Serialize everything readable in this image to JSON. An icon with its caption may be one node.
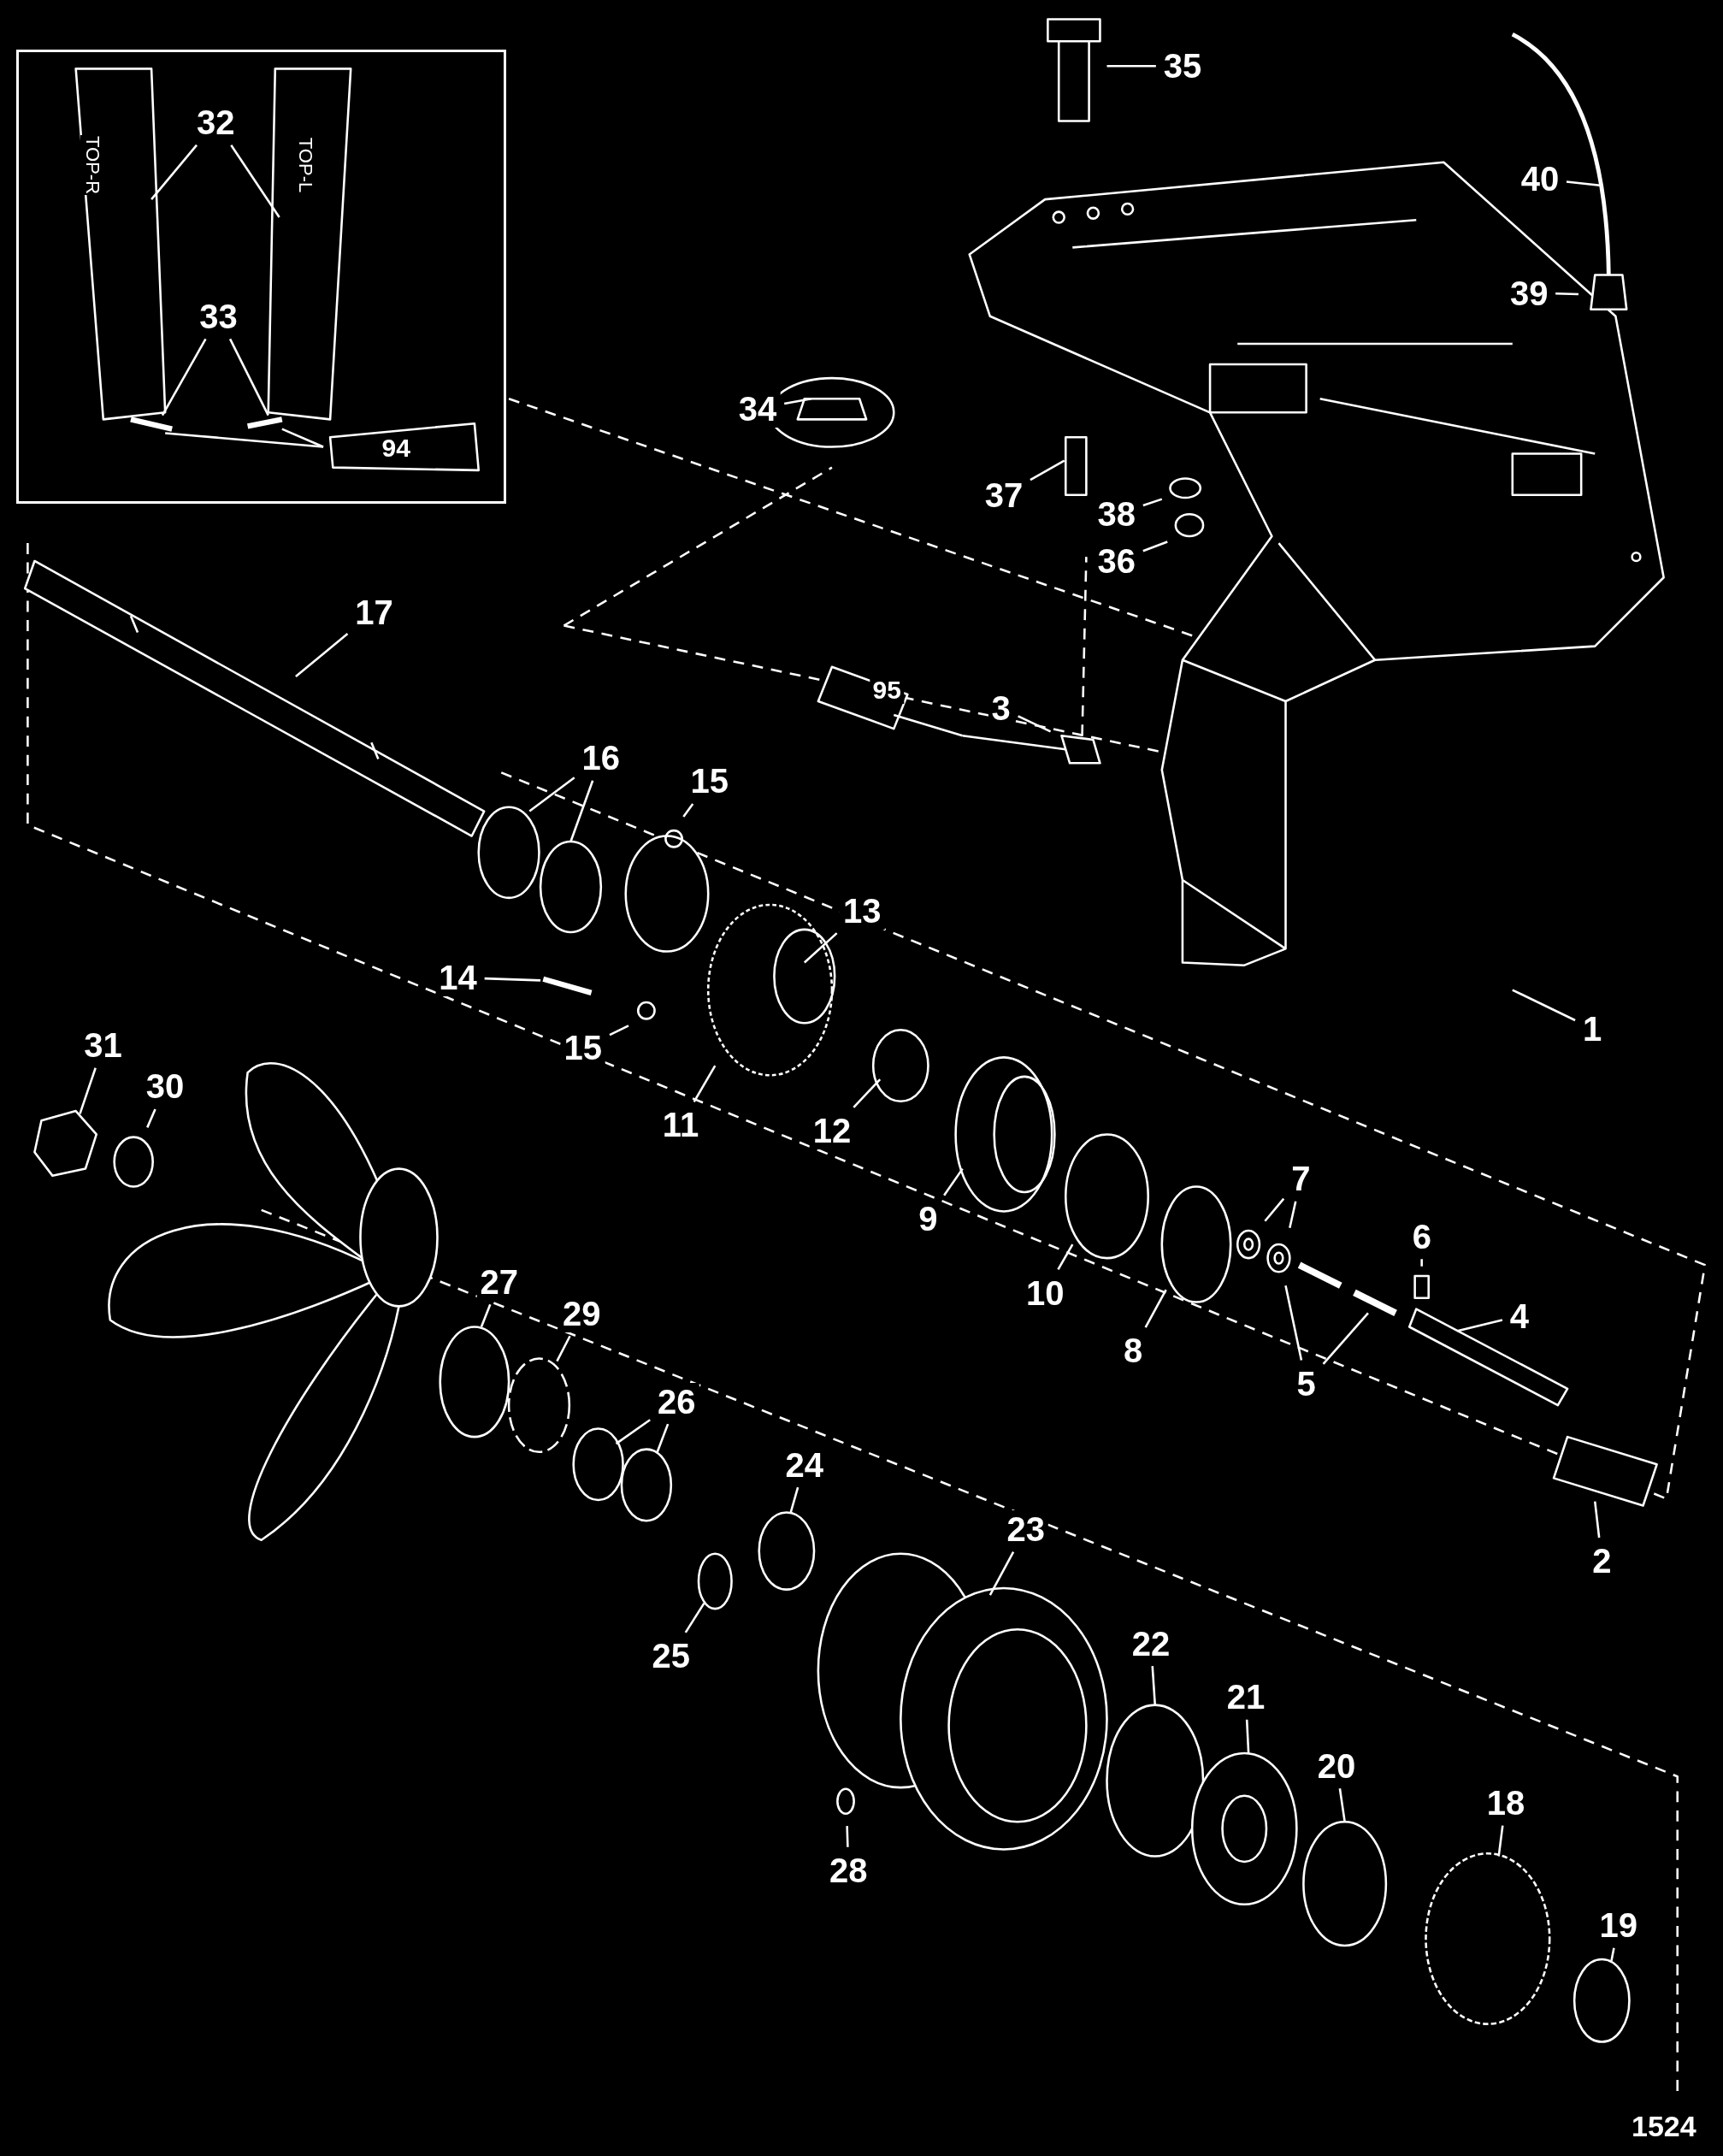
{
  "diagram": {
    "nodes": [
      {
        "text": [],
        "shape": "box"
      },
      {
        "text": [
          "32"
        ],
        "in": 0
      },
      {
        "text": [
          "33"
        ],
        "in": 0
      },
      {
        "text": [
          "35"
        ]
      },
      {
        "text": [
          "40"
        ]
      },
      {
        "text": [
          "39"
        ]
      },
      {
        "text": [
          "34"
        ]
      },
      {
        "text": [
          "37"
        ]
      },
      {
        "text": [
          "38"
        ]
      },
      {
        "text": [
          "36"
        ]
      },
      {
        "text": [
          "17"
        ]
      },
      {
        "text": [
          "3"
        ]
      },
      {
        "text": [
          "16"
        ]
      },
      {
        "text": [
          "15"
        ]
      },
      {
        "text": [
          "13"
        ]
      },
      {
        "text": [
          "14"
        ]
      },
      {
        "text": [
          "1"
        ]
      },
      {
        "text": [
          "15"
        ]
      },
      {
        "text": [
          "31"
        ]
      },
      {
        "text": [
          "30"
        ]
      },
      {
        "text": [
          "11"
        ]
      },
      {
        "text": [
          "12"
        ]
      },
      {
        "text": [
          "9"
        ]
      },
      {
        "text": [
          "10"
        ]
      },
      {
        "text": [
          "7"
        ]
      },
      {
        "text": [
          "6"
        ]
      },
      {
        "text": [
          "4"
        ]
      },
      {
        "text": [
          "8"
        ]
      },
      {
        "text": [
          "5"
        ]
      },
      {
        "text": [
          "27"
        ]
      },
      {
        "text": [
          "29"
        ]
      },
      {
        "text": [
          "26"
        ]
      },
      {
        "text": [
          "24"
        ]
      },
      {
        "text": [
          "2"
        ]
      },
      {
        "text": [
          "23"
        ]
      },
      {
        "text": [
          "25"
        ]
      },
      {
        "text": [
          "22"
        ]
      },
      {
        "text": [
          "21"
        ]
      },
      {
        "text": [
          "20"
        ]
      },
      {
        "text": [
          "28"
        ]
      },
      {
        "text": [
          "18"
        ]
      },
      {
        "text": [
          "19"
        ]
      }
    ],
    "edges": [
      {
        "from": 1,
        "to": null,
        "arrow": "none"
      },
      {
        "from": 1,
        "to": null,
        "arrow": "none"
      },
      {
        "from": 2,
        "to": null,
        "arrow": "none"
      },
      {
        "from": 2,
        "to": null,
        "arrow": "none"
      },
      {
        "from": 3,
        "to": null,
        "arrow": "none"
      },
      {
        "from": 4,
        "to": null,
        "arrow": "none"
      },
      {
        "from": 5,
        "to": null,
        "arrow": "none"
      },
      {
        "from": 6,
        "to": null,
        "arrow": "none"
      },
      {
        "from": 7,
        "to": null,
        "arrow": "none"
      },
      {
        "from": 8,
        "to": null,
        "arrow": "none"
      },
      {
        "from": 9,
        "to": null,
        "arrow": "none"
      },
      {
        "from": 10,
        "to": null,
        "arrow": "none"
      },
      {
        "from": 11,
        "to": null,
        "arrow": "none"
      },
      {
        "from": 12,
        "to": null,
        "arrow": "none"
      },
      {
        "from": 12,
        "to": null,
        "arrow": "none"
      },
      {
        "from": 13,
        "to": null,
        "arrow": "none"
      },
      {
        "from": 14,
        "to": null,
        "arrow": "none"
      },
      {
        "from": 15,
        "to": null,
        "arrow": "none"
      },
      {
        "from": 16,
        "to": null,
        "arrow": "none"
      },
      {
        "from": 17,
        "to": null,
        "arrow": "none"
      },
      {
        "from": 18,
        "to": null,
        "arrow": "none"
      },
      {
        "from": 19,
        "to": null,
        "arrow": "none"
      },
      {
        "from": 20,
        "to": null,
        "arrow": "none"
      },
      {
        "from": 21,
        "to": null,
        "arrow": "none"
      },
      {
        "from": 22,
        "to": null,
        "arrow": "none"
      },
      {
        "from": 23,
        "to": null,
        "arrow": "none"
      },
      {
        "from": 24,
        "to": null,
        "arrow": "none"
      },
      {
        "from": 24,
        "to": null,
        "arrow": "none"
      },
      {
        "from": 25,
        "to": null,
        "arrow": "none"
      },
      {
        "from": 26,
        "to": null,
        "arrow": "none"
      },
      {
        "from": 27,
        "to": null,
        "arrow": "none"
      },
      {
        "from": 28,
        "to": null,
        "arrow": "none"
      },
      {
        "from": 28,
        "to": null,
        "arrow": "none"
      },
      {
        "from": 29,
        "to": null,
        "arrow": "none"
      },
      {
        "from": 30,
        "to": null,
        "arrow": "none"
      },
      {
        "from": 31,
        "to": null,
        "arrow": "none"
      },
      {
        "from": 31,
        "to": null,
        "arrow": "none"
      },
      {
        "from": 32,
        "to": null,
        "arrow": "none"
      },
      {
        "from": 33,
        "to": null,
        "arrow": "none"
      },
      {
        "from": 34,
        "to": null,
        "arrow": "none"
      },
      {
        "from": 35,
        "to": null,
        "arrow": "none"
      },
      {
        "from": 36,
        "to": null,
        "arrow": "none"
      },
      {
        "from": 37,
        "to": null,
        "arrow": "none"
      },
      {
        "from": 38,
        "to": null,
        "arrow": "none"
      },
      {
        "from": 39,
        "to": null,
        "arrow": "none"
      },
      {
        "from": 40,
        "to": null,
        "arrow": "none"
      },
      {
        "from": 41,
        "to": null,
        "arrow": "none"
      }
    ],
    "labels": [
      "TOP-R",
      "TOP-L",
      "94",
      "95",
      "1524"
    ]
  }
}
